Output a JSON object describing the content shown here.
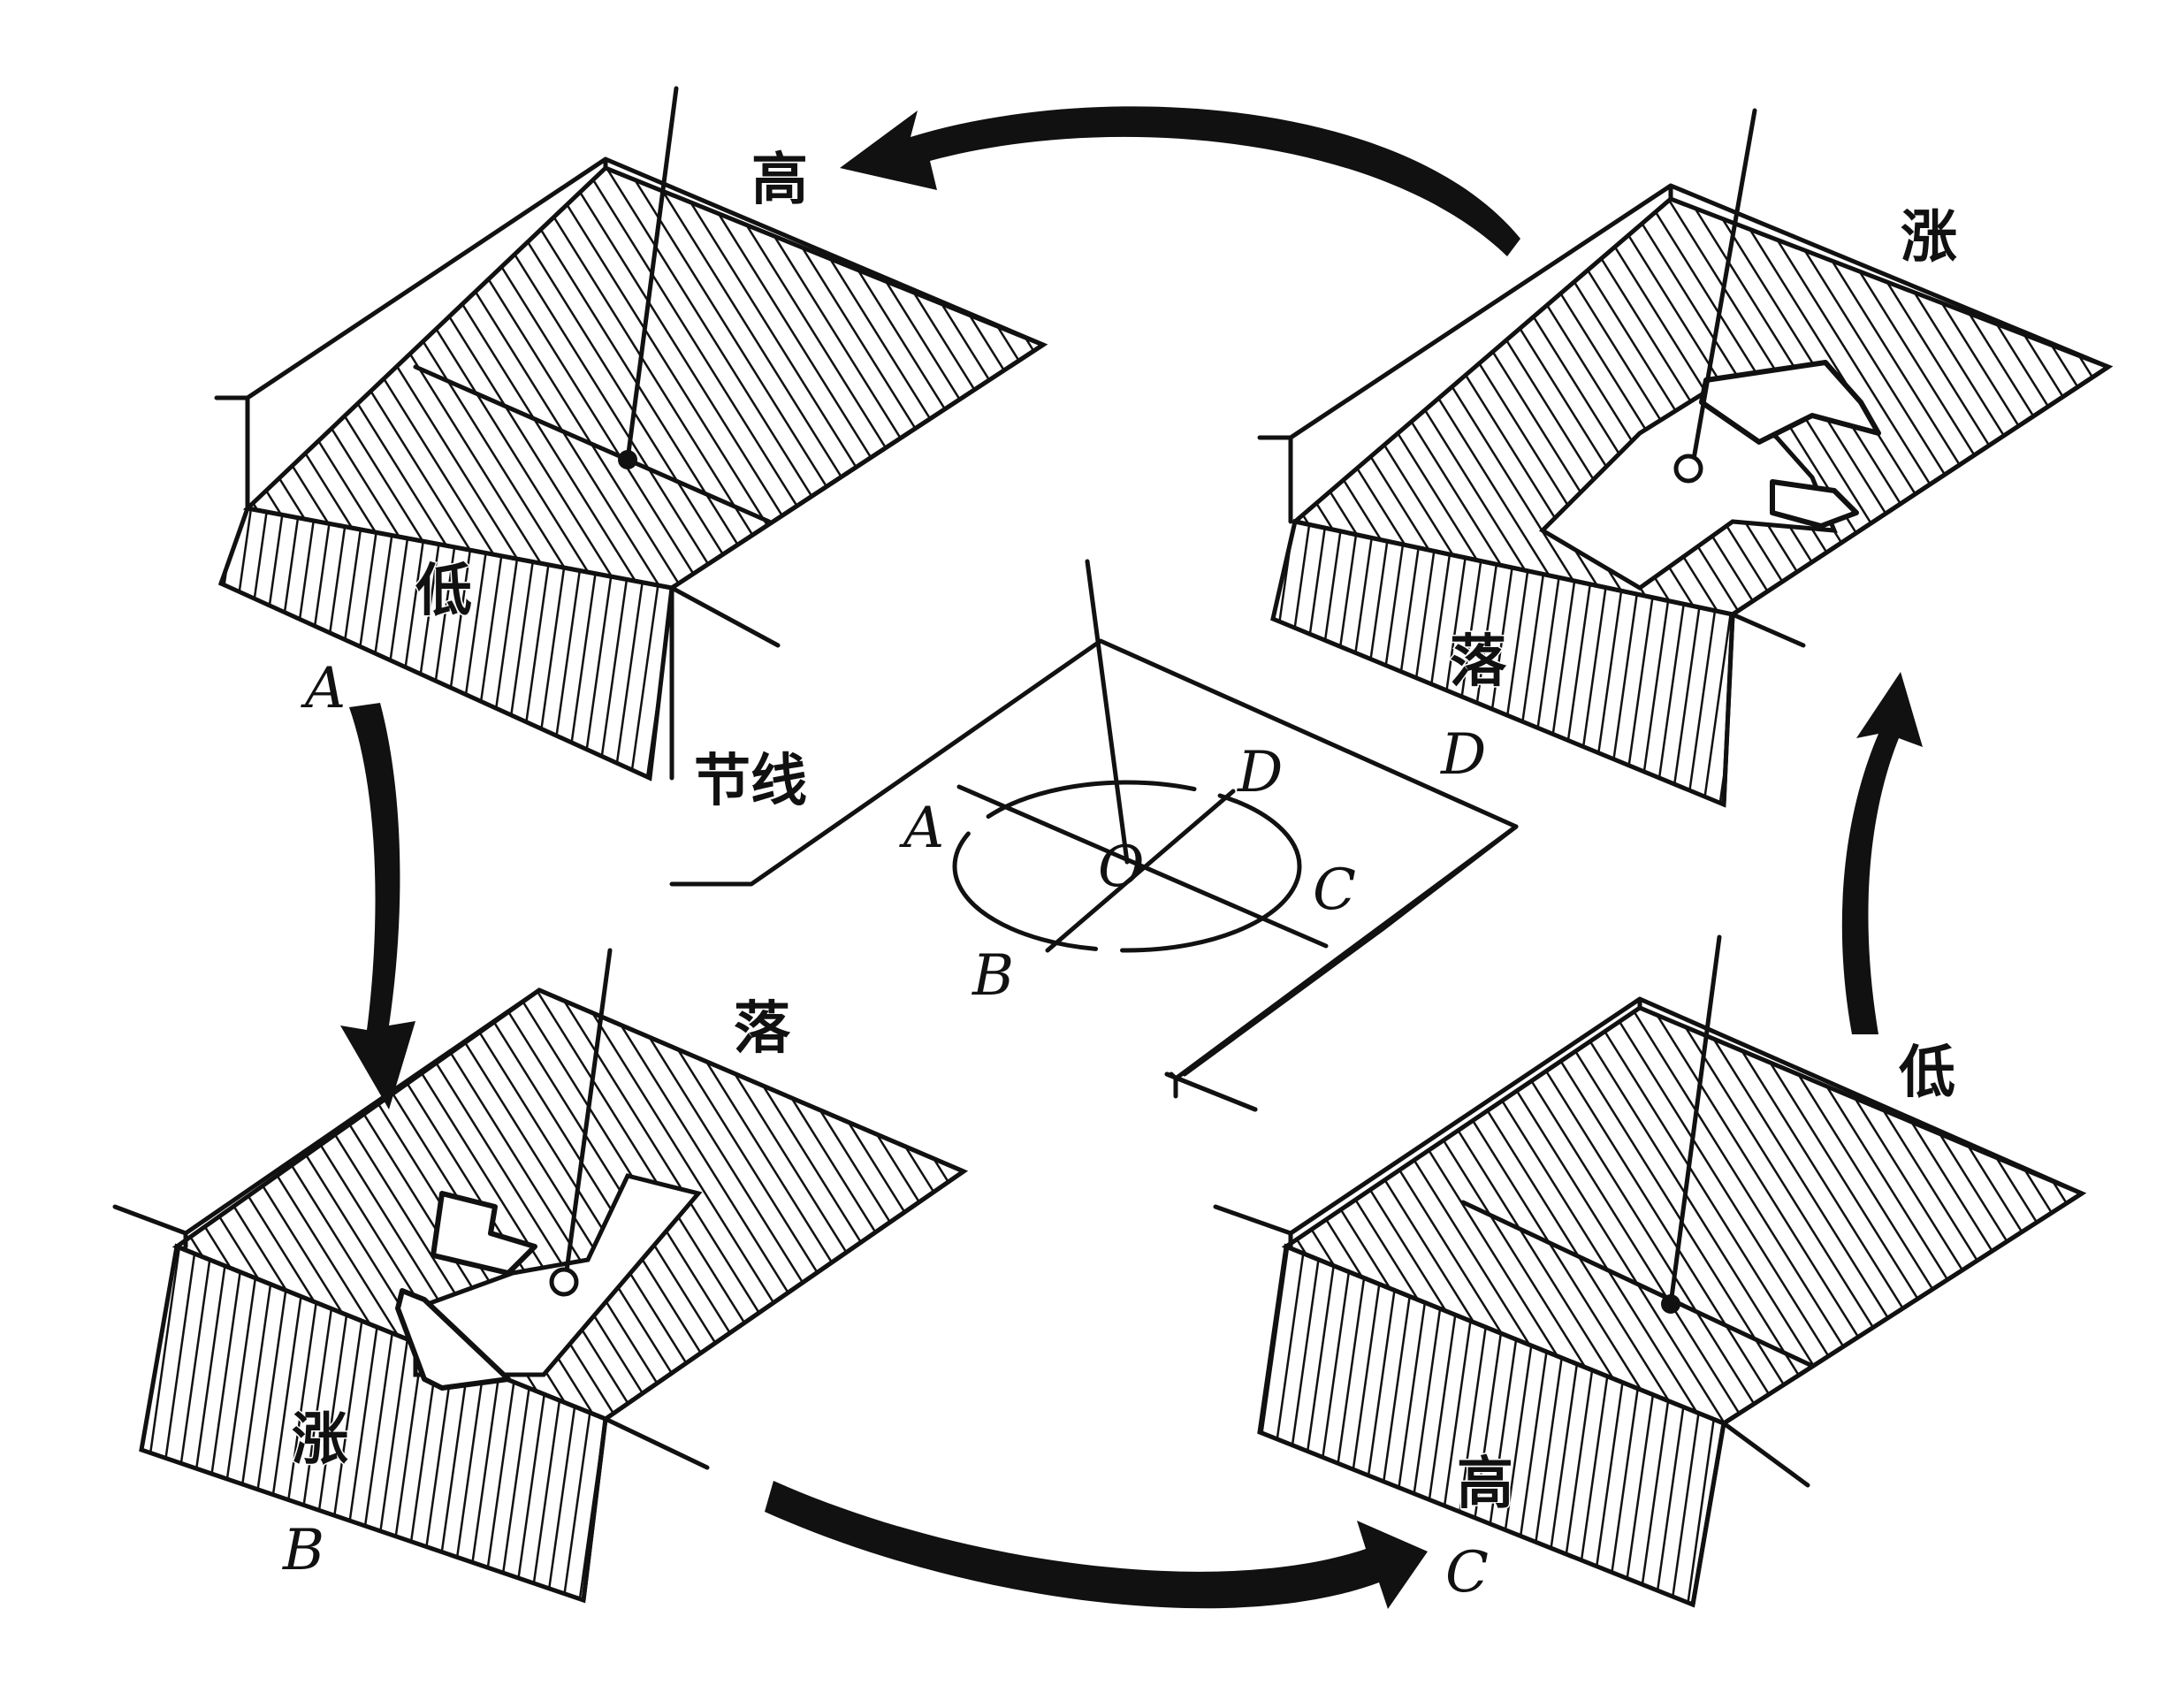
{
  "labels": {
    "node_line": "节线",
    "center": "O",
    "points": {
      "A": "A",
      "B": "B",
      "C": "C",
      "D": "D"
    },
    "panel_A": {
      "corner": "A",
      "water_top": "高",
      "water_front": "低"
    },
    "panel_B": {
      "corner": "B",
      "water_top": "落",
      "water_front": "涨"
    },
    "panel_C": {
      "corner": "C",
      "water_top": "低",
      "water_front": "高"
    },
    "panel_D": {
      "corner": "D",
      "water_top": "涨",
      "water_front": "落"
    }
  },
  "colors": {
    "ink": "#111111",
    "background": "#ffffff"
  },
  "icons": [
    "cycle-arrow",
    "flow-arrow",
    "amphidromic-point"
  ]
}
